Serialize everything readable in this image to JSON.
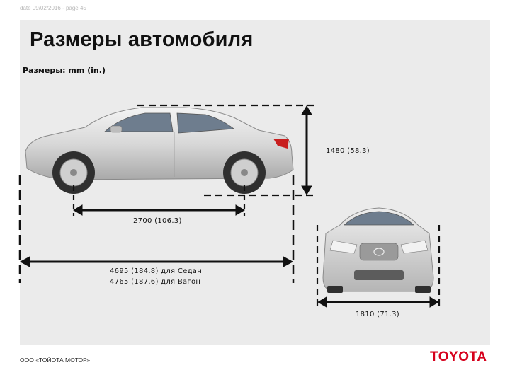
{
  "header": {
    "meta": "date 09/02/2016 - page 45"
  },
  "title": "Размеры автомобиля",
  "subtitle": "Размеры: mm (in.)",
  "dimensions": {
    "height": "1480 (58.3)",
    "wheelbase": "2700 (106.3)",
    "length_sedan": "4695 (184.8) для Седан",
    "length_wagon": "4765 (187.6) для Вагон",
    "width": "1810 (71.3)"
  },
  "footer": {
    "company": "ООО «ТОЙОТА МОТОР»",
    "logo": "TOYOTA"
  },
  "colors": {
    "brand": "#d6001c",
    "slide_bg": "#ebebeb",
    "car_body": "#d9d9d9"
  }
}
